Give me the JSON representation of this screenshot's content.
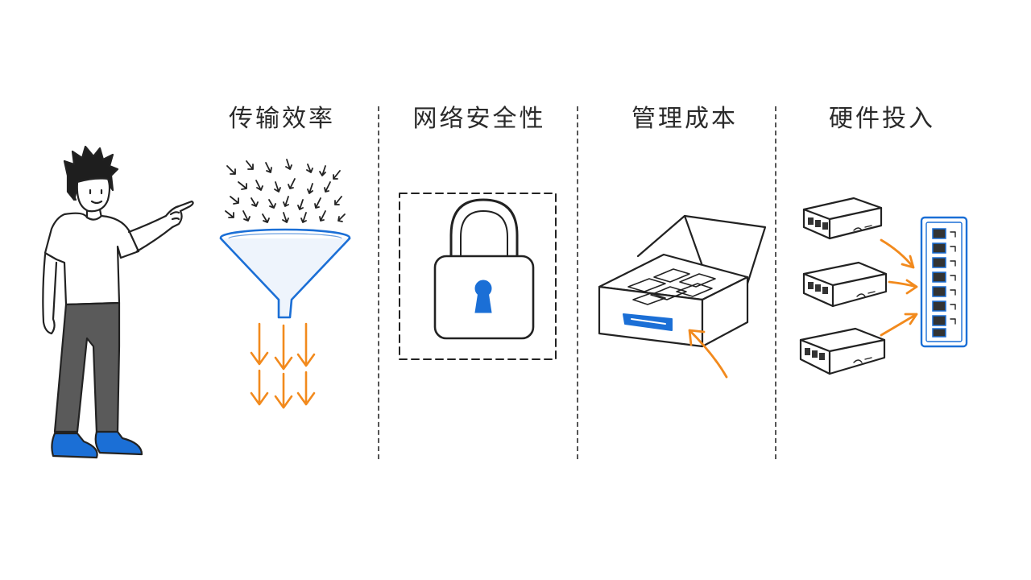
{
  "panels": [
    {
      "title": "传输效率",
      "icon": "funnel-icon"
    },
    {
      "title": "网络安全性",
      "icon": "padlock-icon"
    },
    {
      "title": "管理成本",
      "icon": "box-icon"
    },
    {
      "title": "硬件投入",
      "icon": "server-switch-icon"
    }
  ],
  "colors": {
    "ink": "#222222",
    "blue": "#1b6fd6",
    "orange": "#f28a1d",
    "trousers": "#5a5a5a"
  }
}
